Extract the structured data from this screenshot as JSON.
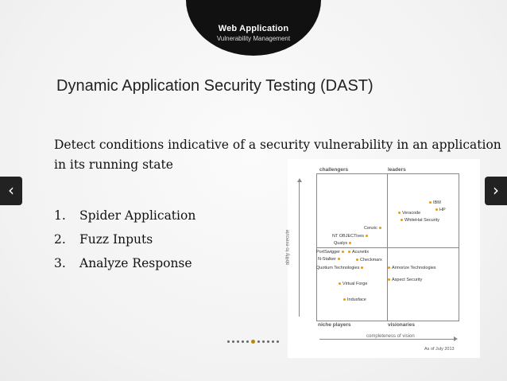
{
  "header": {
    "title": "Web Application",
    "subtitle": "Vulnerability Management"
  },
  "slide": {
    "title": "Dynamic Application Security Testing (DAST)",
    "intro": "Detect conditions indicative of a security vulnerability in an application in its running state",
    "steps": [
      {
        "num": "1.",
        "label": "Spider Application"
      },
      {
        "num": "2.",
        "label": "Fuzz Inputs"
      },
      {
        "num": "3.",
        "label": "Analyze Response"
      }
    ]
  },
  "nav": {
    "prev_glyph": "‹",
    "next_glyph": "›"
  },
  "pager": {
    "count": 11,
    "active_index": 5,
    "active_color": "#b8860b"
  },
  "figure": {
    "quadrants": {
      "top_left": "challengers",
      "top_right": "leaders",
      "bottom_left": "niche players",
      "bottom_right": "visionaries"
    },
    "y_axis_label": "ability to execute",
    "x_axis_label": "completeness of vision",
    "date_label": "As of July 2013",
    "dot_color": "#e39a1b",
    "points": [
      {
        "name": "IBM",
        "label_side": "right"
      },
      {
        "name": "HP",
        "label_side": "right"
      },
      {
        "name": "Veracode",
        "label_side": "right"
      },
      {
        "name": "WhiteHat Security",
        "label_side": "right"
      },
      {
        "name": "Cenzic",
        "label_side": "left"
      },
      {
        "name": "NT OBJECTives",
        "label_side": "left"
      },
      {
        "name": "Qualys",
        "label_side": "left"
      },
      {
        "name": "PortSwigger",
        "label_side": "left"
      },
      {
        "name": "Acunetix",
        "label_side": "right"
      },
      {
        "name": "N-Stalker",
        "label_side": "left"
      },
      {
        "name": "Checkmarx",
        "label_side": "right"
      },
      {
        "name": "Quotium Technologies",
        "label_side": "left"
      },
      {
        "name": "Armorize Technologies",
        "label_side": "right"
      },
      {
        "name": "Aspect Security",
        "label_side": "right"
      },
      {
        "name": "Virtual Forge",
        "label_side": "right"
      },
      {
        "name": "Indusface",
        "label_side": "right"
      }
    ]
  }
}
